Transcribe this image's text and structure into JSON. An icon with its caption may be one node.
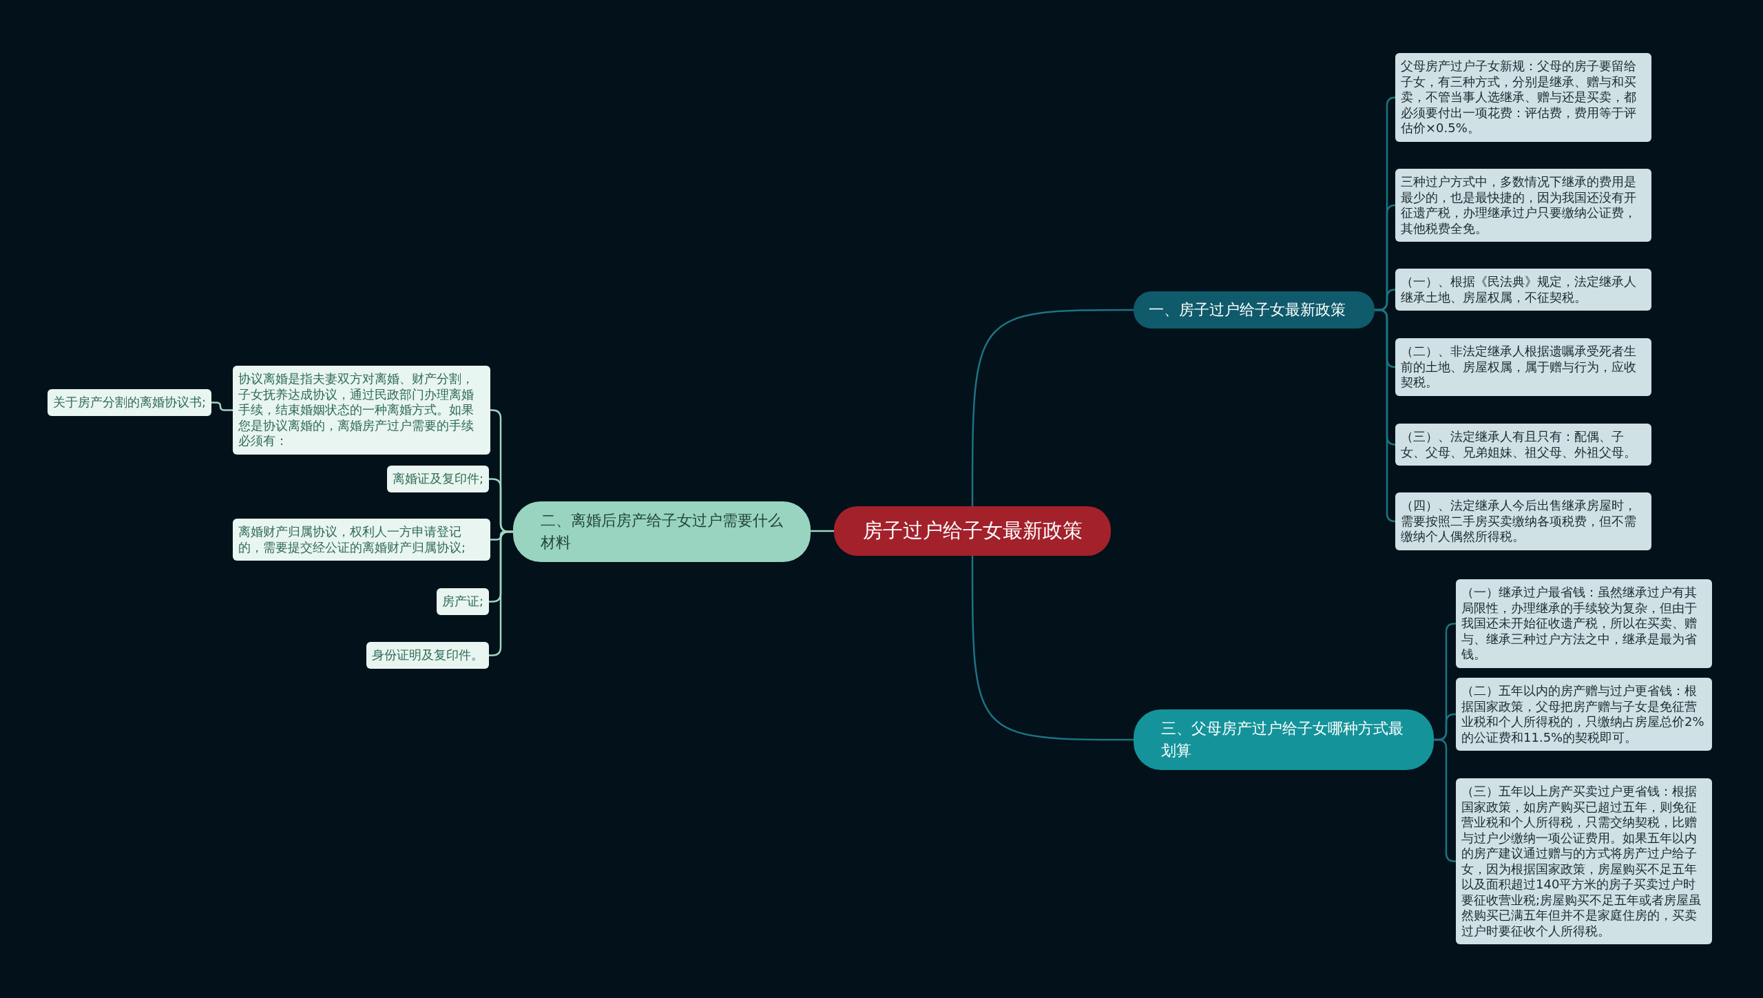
{
  "diagram": {
    "nodes": [
      {
        "text": [
          "房子过户给子女最新政策"
        ]
      },
      {
        "text": [
          "一、房子过户给子女最新政策"
        ]
      },
      {
        "text": [
          "父母房产过户子女新规：父母的房子要留给子女，有三种方式，分别是继承、赠与和买卖，不管当事人选继承、赠与还是买卖，都必须要付出一项花费：评估费，费用等于评估价×0.5%。"
        ]
      },
      {
        "text": [
          "三种过户方式中，多数情况下继承的费用是最少的，也是最快捷的，因为我国还没有开征遗产税，办理继承过户只要缴纳公证费，其他税费全免。"
        ]
      },
      {
        "text": [
          "（一）、根据《民法典》规定，法定继承人继承土地、房屋权属，不征契税。"
        ]
      },
      {
        "text": [
          "（二）、非法定继承人根据遗嘱承受死者生前的土地、房屋权属，属于赠与行为，应收契税。"
        ]
      },
      {
        "text": [
          "（三）、法定继承人有且只有：配偶、子女、父母、兄弟姐妹、祖父母、外祖父母。"
        ]
      },
      {
        "text": [
          "（四）、法定继承人今后出售继承房屋时，需要按照二手房买卖缴纳各项税费，但不需缴纳个人偶然所得税。"
        ]
      },
      {
        "text": [
          "二、离婚后房产给子女过户需要什么材料"
        ]
      },
      {
        "text": [
          "协议离婚是指夫妻双方对离婚、财产分割，子女抚养达成协议，通过民政部门办理离婚手续，结束婚姻状态的一种离婚方式。如果您是协议离婚的，离婚房产过户需要的手续必须有："
        ]
      },
      {
        "text": [
          "关于房产分割的离婚协议书;"
        ]
      },
      {
        "text": [
          "离婚证及复印件;"
        ]
      },
      {
        "text": [
          "离婚财产归属协议，权利人一方申请登记的，需要提交经公证的离婚财产归属协议;"
        ]
      },
      {
        "text": [
          "房产证;"
        ]
      },
      {
        "text": [
          "身份证明及复印件。"
        ]
      },
      {
        "text": [
          "三、父母房产过户给子女哪种方式最划算"
        ]
      },
      {
        "text": [
          "（一）继承过户最省钱：虽然继承过户有其局限性，办理继承的手续较为复杂，但由于我国还未开始征收遗产税，所以在买卖、赠与、继承三种过户方法之中，继承是最为省钱。"
        ]
      },
      {
        "text": [
          "（二）五年以内的房产赠与过户更省钱：根据国家政策，父母把房产赠与子女是免征营业税和个人所得税的，只缴纳占房屋总价2%的公证费和11.5%的契税即可。"
        ]
      },
      {
        "text": [
          "（三）五年以上房产买卖过户更省钱：根据国家政策，如房产购买已超过五年，则免征营业税和个人所得税，只需交纳契税，比赠与过户少缴纳一项公证费用。如果五年以内的房产建议通过赠与的方式将房产过户给子女，因为根据国家政策，房屋购买不足五年以及面积超过140平方米的房子买卖过户时要征收营业税;房屋购买不足五年或者房屋虽然购买已满五年但并不是家庭住房的，买卖过户时要征收个人所得税。"
        ]
      }
    ],
    "edges": [
      {
        "from": 0,
        "to": 1,
        "arrow": "none"
      },
      {
        "from": 1,
        "to": 2,
        "arrow": "none"
      },
      {
        "from": 1,
        "to": 3,
        "arrow": "none"
      },
      {
        "from": 1,
        "to": 4,
        "arrow": "none"
      },
      {
        "from": 1,
        "to": 5,
        "arrow": "none"
      },
      {
        "from": 1,
        "to": 6,
        "arrow": "none"
      },
      {
        "from": 1,
        "to": 7,
        "arrow": "none"
      },
      {
        "from": 0,
        "to": 8,
        "arrow": "none",
        "color": "#9fd6c0"
      },
      {
        "from": 8,
        "to": 9,
        "arrow": "none",
        "color": "#9fd6c0"
      },
      {
        "from": 9,
        "to": 10,
        "arrow": "none",
        "color": "#9fd6c0"
      },
      {
        "from": 8,
        "to": 11,
        "arrow": "none",
        "color": "#9fd6c0"
      },
      {
        "from": 8,
        "to": 12,
        "arrow": "none",
        "color": "#9fd6c0"
      },
      {
        "from": 8,
        "to": 13,
        "arrow": "none",
        "color": "#9fd6c0"
      },
      {
        "from": 8,
        "to": 14,
        "arrow": "none",
        "color": "#9fd6c0"
      },
      {
        "from": 0,
        "to": 15,
        "arrow": "none"
      },
      {
        "from": 15,
        "to": 16,
        "arrow": "none"
      },
      {
        "from": 15,
        "to": 17,
        "arrow": "none"
      },
      {
        "from": 15,
        "to": 18,
        "arrow": "none"
      }
    ]
  }
}
